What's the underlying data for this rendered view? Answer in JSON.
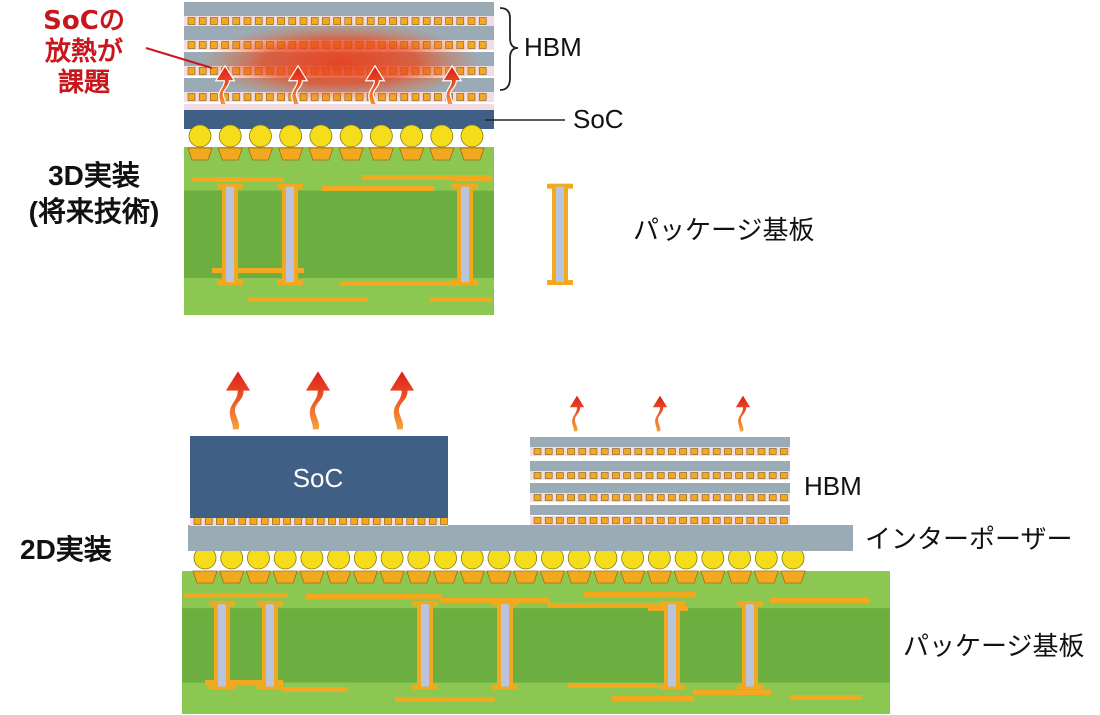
{
  "top_section": {
    "title_line1": "3D実装",
    "title_line2": "(将来技術)",
    "callout_line1": "SoCの",
    "callout_line2": "放熱が",
    "callout_line3": "課題",
    "hbm_label": "HBM",
    "soc_label": "SoC",
    "substrate_label": "パッケージ基板"
  },
  "bottom_section": {
    "title": "2D実装",
    "soc_chip_label": "SoC",
    "hbm_label": "HBM",
    "interposer_label": "インターポーザー",
    "substrate_label": "パッケージ基板"
  },
  "colors": {
    "callout_red": "#c8161d",
    "substrate_light_green": "#8cc751",
    "substrate_dark_green": "#6cae3f",
    "soc_blue": "#3f5f85",
    "hbm_gray": "#9aabb5",
    "solder_yellow": "#f5dd1c",
    "pad_orange": "#f2a91f",
    "via_lilac": "#b9c4de",
    "heat_arrow_red": "#e5251f"
  }
}
